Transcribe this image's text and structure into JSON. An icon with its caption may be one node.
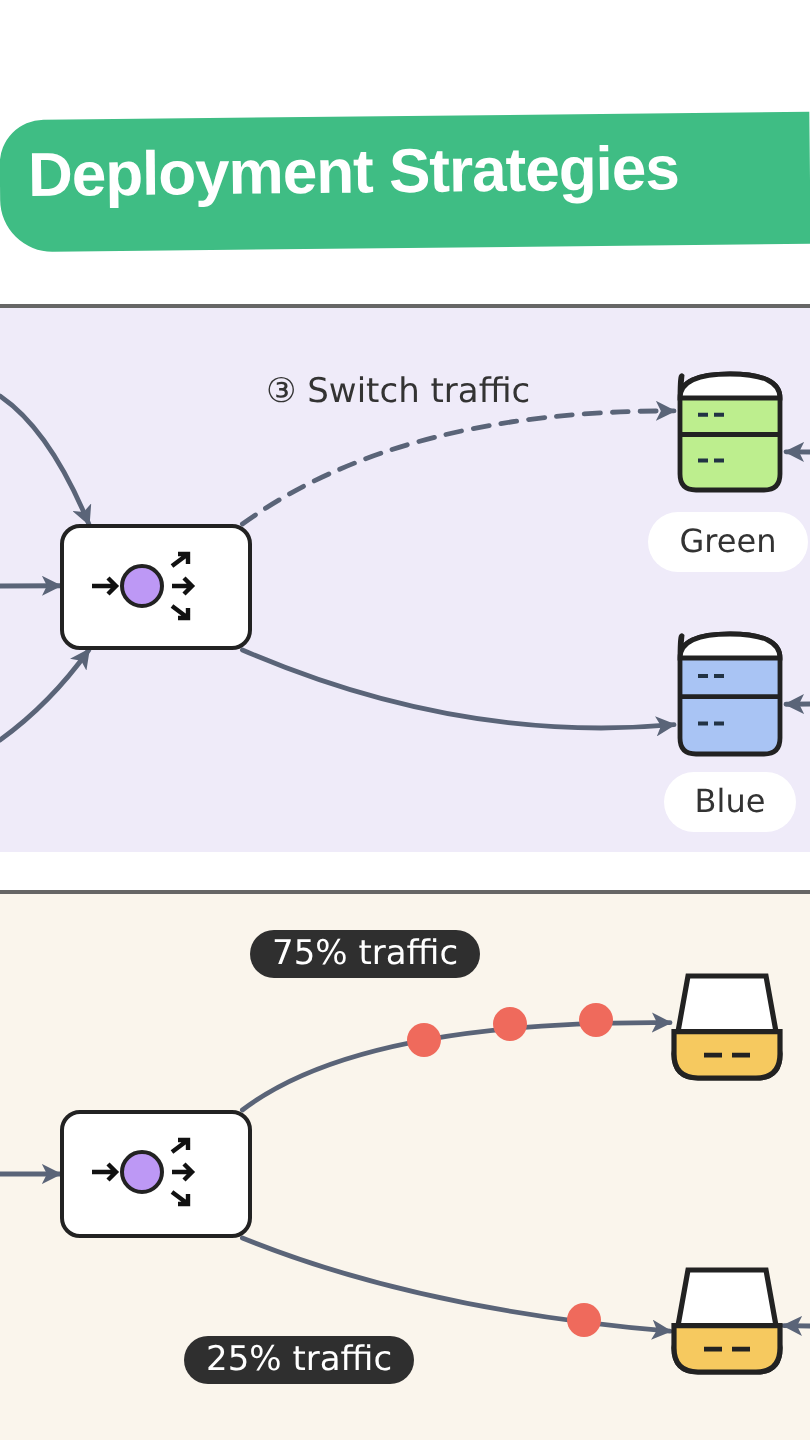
{
  "diagram": {
    "title": "Deployment Strategies",
    "nodes": [
      {
        "text": [],
        "shape": "box"
      },
      {
        "text": [],
        "shape": "cylinder",
        "beside": [
          "Green"
        ]
      },
      {
        "text": [],
        "shape": "cylinder",
        "beside": [
          "Blue"
        ]
      },
      {
        "text": [],
        "shape": "box"
      },
      {
        "text": [],
        "shape": "cylinder"
      },
      {
        "text": [],
        "shape": "cylinder"
      }
    ],
    "edges": [
      {
        "from": null,
        "to": 0,
        "arrow": "to"
      },
      {
        "from": null,
        "to": 0,
        "arrow": "to"
      },
      {
        "from": null,
        "to": 0,
        "arrow": "to"
      },
      {
        "from": 0,
        "to": 1,
        "arrow": "to",
        "label": "③ Switch traffic",
        "style": "dashed"
      },
      {
        "from": 0,
        "to": 2,
        "arrow": "to"
      },
      {
        "from": null,
        "to": 1,
        "arrow": "to"
      },
      {
        "from": null,
        "to": 2,
        "arrow": "to"
      },
      {
        "from": null,
        "to": 3,
        "arrow": "to"
      },
      {
        "from": 3,
        "to": 4,
        "arrow": "to",
        "label": "75% traffic"
      },
      {
        "from": 3,
        "to": 5,
        "arrow": "to",
        "label": "25% traffic"
      },
      {
        "from": null,
        "to": 5,
        "arrow": "to"
      }
    ]
  }
}
